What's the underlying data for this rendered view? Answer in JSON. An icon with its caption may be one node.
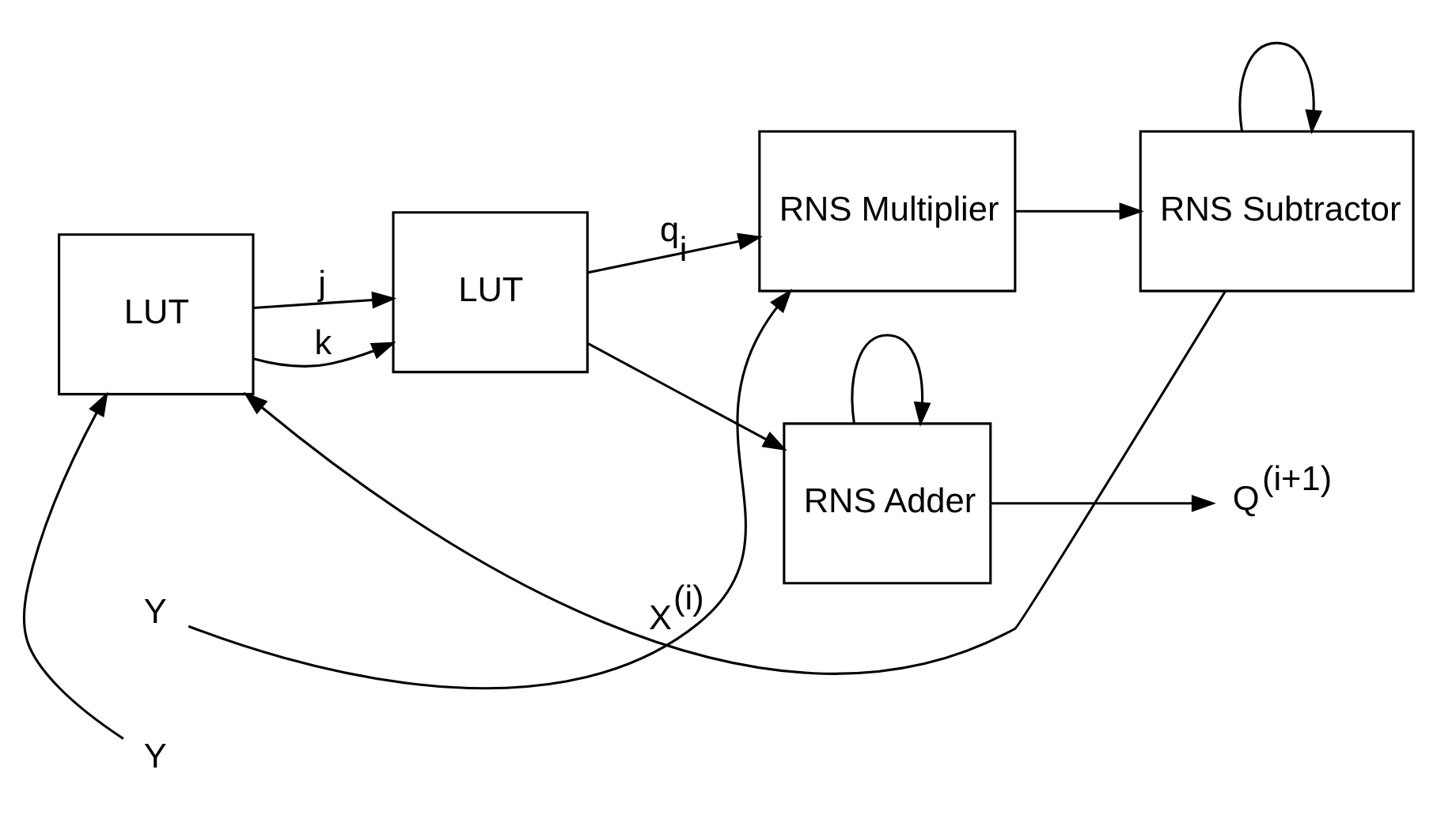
{
  "diagram": {
    "nodes": [
      {
        "text": [
          "LUT"
        ]
      },
      {
        "text": [
          "LUT"
        ]
      },
      {
        "text": [
          "RNS Multiplier"
        ]
      },
      {
        "text": [
          "RNS Adder"
        ]
      },
      {
        "text": [
          "RNS Subtractor"
        ]
      },
      {
        "text": [
          "Y"
        ]
      },
      {
        "text": [
          "Y"
        ]
      },
      {
        "text": [
          "Q$^{(i+1)}$"
        ]
      }
    ],
    "edges": [
      {
        "from": 5,
        "to": 0,
        "arrow": "to"
      },
      {
        "from": 0,
        "to": 1,
        "arrow": "to",
        "label": "j"
      },
      {
        "from": 0,
        "to": 1,
        "arrow": "to",
        "label": "k"
      },
      {
        "from": 1,
        "to": 2,
        "arrow": "to",
        "label": "q$_{i}$"
      },
      {
        "from": 1,
        "to": 3,
        "arrow": "to"
      },
      {
        "from": 6,
        "to": 2,
        "arrow": "to"
      },
      {
        "from": 2,
        "to": 4,
        "arrow": "to"
      },
      {
        "from": 4,
        "to": 0,
        "arrow": "to",
        "label": "X$^{(i)}$"
      },
      {
        "from": 4,
        "to": 4,
        "arrow": "to"
      },
      {
        "from": 3,
        "to": 7,
        "arrow": "to"
      },
      {
        "from": 3,
        "to": 3,
        "arrow": "to"
      }
    ]
  }
}
